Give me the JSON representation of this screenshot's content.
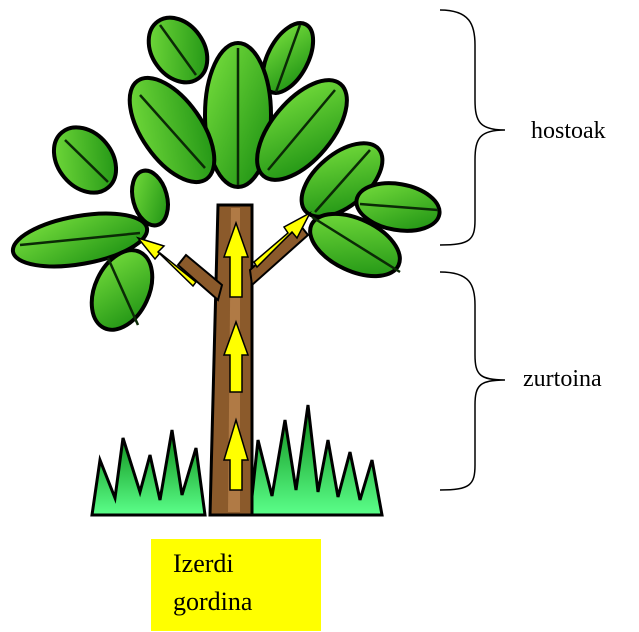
{
  "labels": {
    "leaves": "hostoak",
    "stem": "zurtoina",
    "sap_line1": "Izerdi",
    "sap_line2": "gordina"
  },
  "colors": {
    "leaf_dark": "#1f9e12",
    "leaf_light": "#6fd93a",
    "leaf_vein": "#0b2a06",
    "trunk": "#8b5a2b",
    "trunk_highlight": "#c08a55",
    "grass_dark": "#0f9a1a",
    "grass_light": "#4dff7a",
    "arrow": "#ffff00",
    "sap_box": "#ffff00"
  },
  "icons": {
    "arrow": "upward-sap-arrow",
    "brace": "curly-brace-right"
  }
}
